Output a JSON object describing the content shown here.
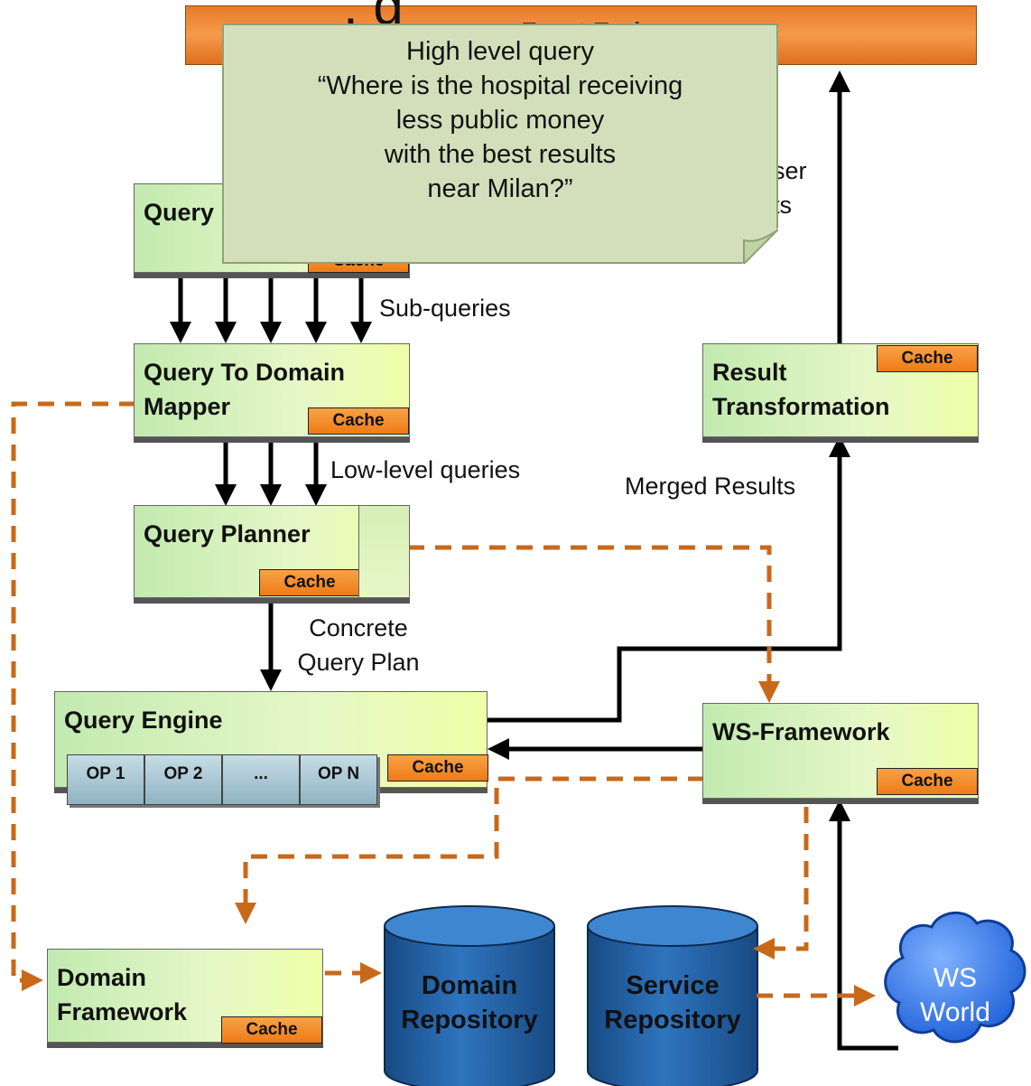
{
  "header": {
    "frontend_label": "Front End",
    "title_fragment": ", g"
  },
  "note": {
    "lines": [
      "High level query",
      "“Where is the hospital receiving",
      "less public money",
      "with the best results",
      "near Milan?”"
    ]
  },
  "boxes": {
    "query_top": {
      "title": "Query",
      "cache": "Cache"
    },
    "mapper": {
      "title_line1": "Query To Domain",
      "title_line2": "Mapper",
      "cache": "Cache"
    },
    "planner": {
      "title": "Query Planner",
      "cache": "Cache"
    },
    "engine": {
      "title": "Query Engine",
      "cache": "Cache",
      "ops": [
        "OP 1",
        "OP 2",
        "...",
        "OP N"
      ]
    },
    "result": {
      "title_line1": "Result",
      "title_line2": "Transformation",
      "cache": "Cache"
    },
    "wsframework": {
      "title": "WS-Framework",
      "cache": "Cache"
    },
    "domain_framework": {
      "title_line1": "Domain",
      "title_line2": "Framework",
      "cache": "Cache"
    }
  },
  "labels": {
    "sub_queries": "Sub-queries",
    "low_level_queries": "Low-level queries",
    "concrete_line1": "Concrete",
    "concrete_line2": "Query Plan",
    "merged_results": "Merged Results",
    "user_results_line1": "ser",
    "user_results_line2": "ts"
  },
  "repositories": {
    "domain": {
      "line1": "Domain",
      "line2": "Repository"
    },
    "service": {
      "line1": "Service",
      "line2": "Repository"
    }
  },
  "cloud": {
    "line1": "WS",
    "line2": "World"
  },
  "colors": {
    "flow_solid": "#000000",
    "flow_dashed": "#c8691a",
    "cache": "#ef7b16",
    "db": "#1f5fa3",
    "cloud": "#2a6fe8"
  }
}
